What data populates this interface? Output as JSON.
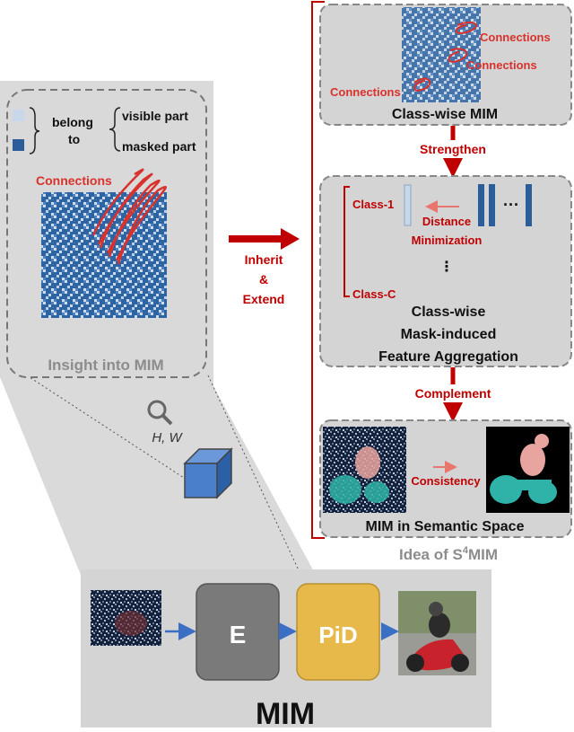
{
  "mim_bottom": {
    "title": "MIM",
    "encoder_label": "E",
    "decoder_label": "PiD"
  },
  "insight": {
    "title": "Insight into MIM",
    "belong_to_1": "belong",
    "belong_to_2": "to",
    "visible_part": "visible part",
    "masked_part": "masked part",
    "connections": "Connections",
    "colors": {
      "visible": "#c8d8ea",
      "masked": "#2a5d9a"
    }
  },
  "hw_label": "H, W",
  "arrow_label": {
    "line1": "Inherit",
    "line2": "&",
    "line3": "Extend"
  },
  "s4mim": {
    "caption_prefix": "Idea of S",
    "caption_sup": "4",
    "caption_suffix": "MIM",
    "classwise_mim": {
      "title": "Class-wise MIM",
      "connections": [
        "Connections",
        "Connections",
        "Connections"
      ]
    },
    "strengthen": "Strengthen",
    "aggregation": {
      "class_1": "Class-1",
      "class_c": "Class-C",
      "distance_1": "Distance",
      "distance_2": "Minimization",
      "title_1": "Class-wise",
      "title_2": "Mask-induced",
      "title_3": "Feature Aggregation"
    },
    "complement": "Complement",
    "semantic": {
      "consistency": "Consistency",
      "title": "MIM in Semantic Space"
    }
  },
  "colors": {
    "red": "#c00000",
    "connection_red": "#d9312b",
    "panel_gray": "#d4d4d4",
    "block_gray": "#7a7a7a",
    "block_gold": "#e7b84a",
    "arrow_blue": "#3b6fc4"
  }
}
